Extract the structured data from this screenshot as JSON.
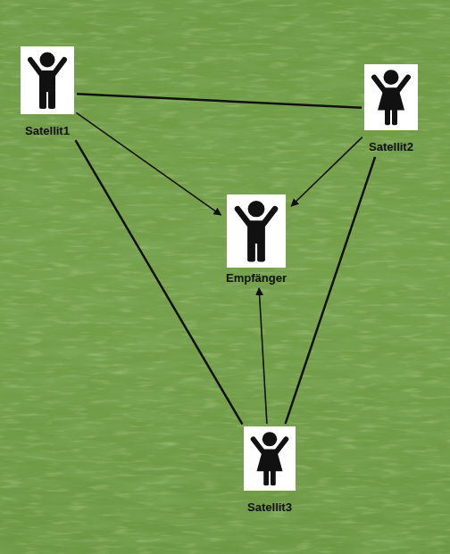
{
  "diagram": {
    "nodes": [
      {
        "text": [
          "Satellit1"
        ]
      },
      {
        "text": [
          "Satellit2"
        ]
      },
      {
        "text": [
          "Empfänger"
        ]
      },
      {
        "text": [
          "Satellit3"
        ]
      }
    ],
    "edges": [
      {
        "from": 0,
        "to": 1,
        "arrow": "none"
      },
      {
        "from": 0,
        "to": 2,
        "arrow": "to"
      },
      {
        "from": 1,
        "to": 2,
        "arrow": "to"
      },
      {
        "from": 3,
        "to": 2,
        "arrow": "to"
      },
      {
        "from": 0,
        "to": 3,
        "arrow": "none"
      },
      {
        "from": 1,
        "to": 3,
        "arrow": "none"
      }
    ]
  }
}
